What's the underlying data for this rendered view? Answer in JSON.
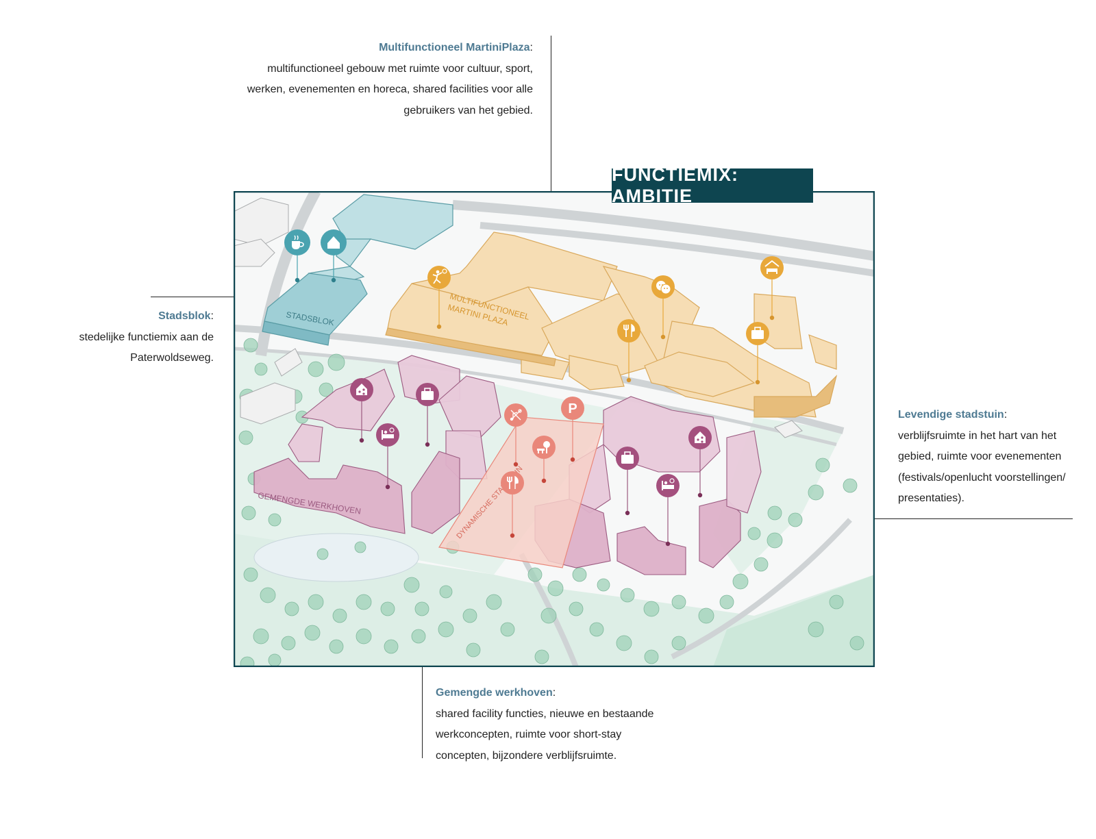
{
  "title": "FUNCTIEMIX: AMBITIE",
  "annotations": {
    "martiniplaza": {
      "heading": "Multifunctioneel MartiniPlaza",
      "lines": [
        "multifunctioneel gebouw met ruimte voor cultuur, sport,",
        "werken, evenementen en horeca, shared facilities voor alle",
        "gebruikers van het gebied."
      ]
    },
    "stadsblok": {
      "heading": "Stadsblok",
      "lines": [
        "stedelijke functiemix aan de",
        "Paterwoldseweg."
      ]
    },
    "stadstuin": {
      "heading": "Levendige stadstuin",
      "lines": [
        "verblijfsruimte in het hart van het",
        "gebied, ruimte voor evenementen",
        "(festivals/openlucht voorstellingen/",
        "presentaties)."
      ]
    },
    "werkhoven": {
      "heading": "Gemengde werkhoven",
      "lines": [
        "shared facility functies, nieuwe en bestaande",
        "werkconcepten, ruimte voor short-stay",
        "concepten, bijzondere verblijfsruimte."
      ]
    }
  },
  "map_labels": {
    "stadsblok": "STADSBLOK",
    "martini_1": "MULTIFUNCTIONEEL",
    "martini_2": "MARTINI PLAZA",
    "werkhoven": "GEMENGDE WERKHOVEN",
    "stadstuin": "DYNAMISCHE STADSTUIN",
    "parking": "P"
  },
  "colors": {
    "title_bg": "#0e4550",
    "heading": "#4e7a92",
    "stadsblok": "#4aa3b0",
    "martiniplaza": "#e8a83a",
    "werkhoven": "#a4507e",
    "stadstuin": "#e9877a",
    "greenery": "#a9d8c2"
  },
  "icons": {
    "stadsblok": [
      "coffee-icon",
      "house-icon"
    ],
    "martiniplaza": [
      "sport-icon",
      "theater-icon",
      "hotel-icon",
      "restaurant-icon",
      "briefcase-icon"
    ],
    "werkhoven": [
      "share-icon",
      "briefcase-icon",
      "bed-icon",
      "briefcase-icon",
      "house-share-icon",
      "bed-icon"
    ],
    "stadstuin": [
      "music-icon",
      "parking-icon",
      "bench-icon",
      "restaurant-icon"
    ]
  }
}
